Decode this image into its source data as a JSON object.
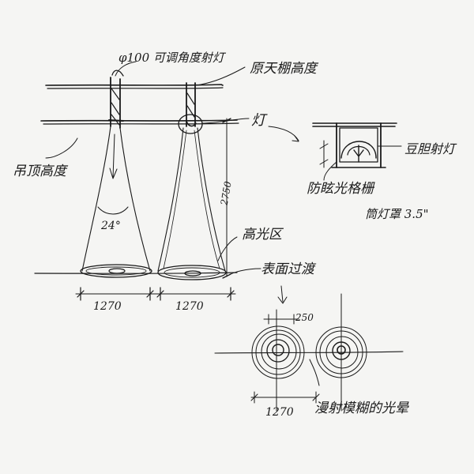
{
  "labels": {
    "fixture_spec": "φ100 可调角度射灯",
    "original_ceiling_height": "原天棚高度",
    "ceiling_height": "吊顶高度",
    "lamp": "灯",
    "recessed_light": "豆胆射灯",
    "anti_glare": "防眩光格栅",
    "lamp_shade": "筒灯罩 3.5\"",
    "beam_angle": "24°",
    "highlight": "高光区",
    "surface_transition": "表面过渡",
    "diffuse_blur": "漫射模糊的光晕",
    "height_dim": "2750",
    "spacing_1": "1270",
    "spacing_2": "1270",
    "spacing_3": "1270",
    "plan_dim": "250"
  },
  "colors": {
    "ink": "#1a1a1a",
    "paper": "#f5f5f3"
  }
}
